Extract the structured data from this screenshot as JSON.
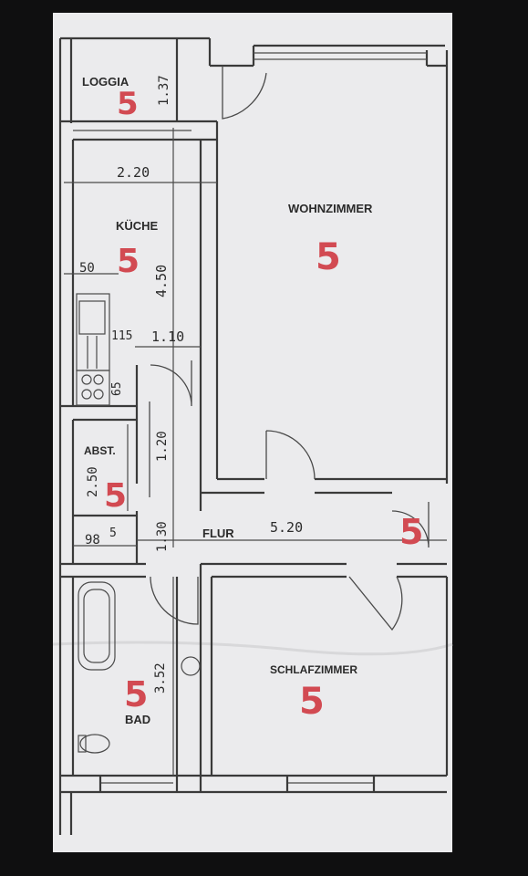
{
  "rooms": {
    "loggia": {
      "label": "LOGGIA",
      "rating": "5"
    },
    "kueche": {
      "label": "KÜCHE",
      "rating": "5"
    },
    "wohnzimmer": {
      "label": "WOHNZIMMER",
      "rating": "5"
    },
    "abst": {
      "label": "ABST.",
      "rating": "5"
    },
    "flur": {
      "label": "FLUR",
      "rating": "5"
    },
    "bad": {
      "label": "BAD",
      "rating": "5"
    },
    "schlafzimmer": {
      "label": "SCHLAFZIMMER",
      "rating": "5"
    }
  },
  "dimensions": {
    "loggia_depth": "1.37",
    "kueche_width": "2.20",
    "kueche_length": "4.50",
    "kueche_50": "50",
    "kueche_115": "115",
    "kueche_110": "1.10",
    "kueche_65": "65",
    "flur_120": "1.20",
    "abst_250": "2.50",
    "flur_130": "1.30",
    "abst_98": "98",
    "abst_5": "5",
    "flur_length": "5.20",
    "bad_length": "3.52"
  }
}
